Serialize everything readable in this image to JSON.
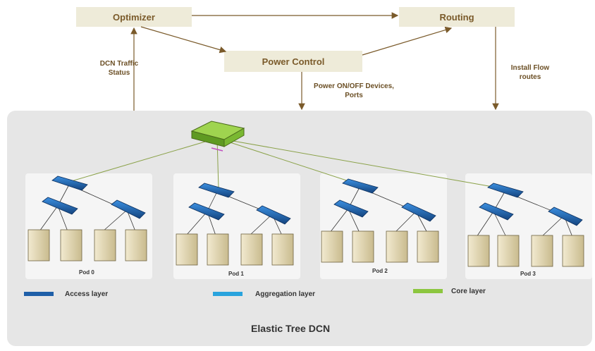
{
  "boxes": {
    "optimizer": "Optimizer",
    "routing": "Routing",
    "power_control": "Power Control"
  },
  "labels": {
    "dcn_traffic_line1": "DCN Traffic",
    "dcn_traffic_line2": "Status",
    "power_onoff_line1": "Power ON/OFF Devices,",
    "power_onoff_line2": "Ports",
    "install_flow_line1": "Install Flow",
    "install_flow_line2": "routes"
  },
  "pods": [
    "Pod 0",
    "Pod 1",
    "Pod 2",
    "Pod 3"
  ],
  "legend": {
    "access": "Access layer",
    "aggregation": "Aggregation layer",
    "core": "Core layer"
  },
  "colors": {
    "access": "#1f5fa8",
    "aggregation": "#29a3dd",
    "core": "#8cc63f",
    "arrow": "#7a5a2a"
  },
  "title": "Elastic Tree DCN"
}
